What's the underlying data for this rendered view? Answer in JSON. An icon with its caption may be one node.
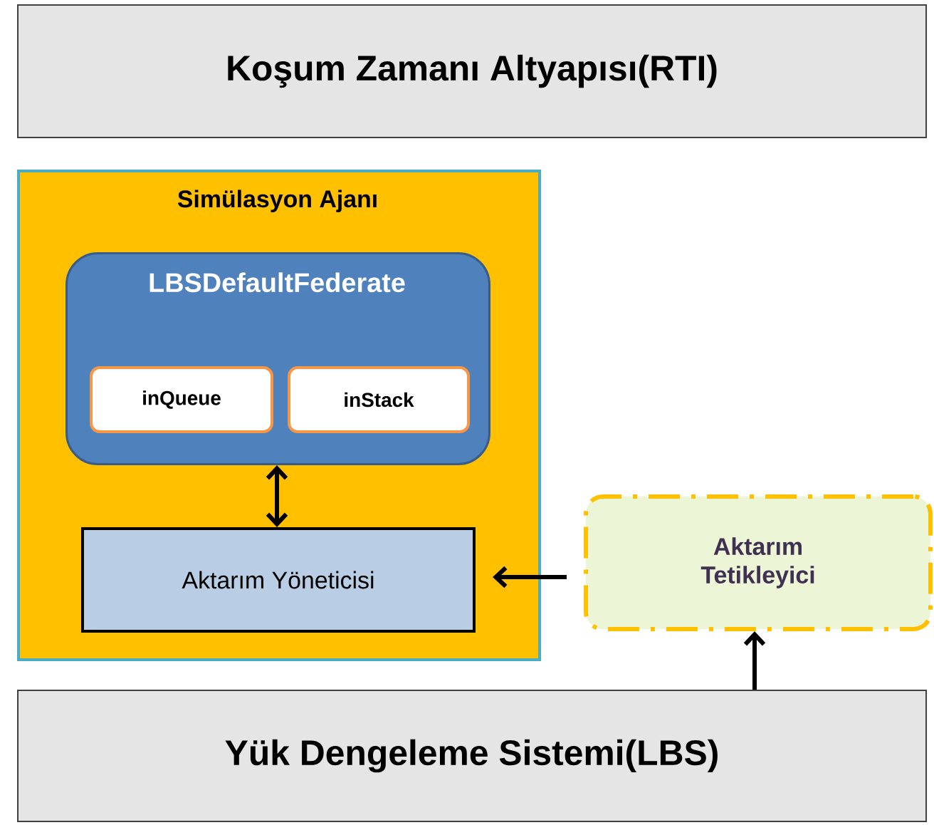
{
  "diagram": {
    "nodes": [
      {
        "text": [
          "Koşum Zamanı Altyapısı(RTI)"
        ]
      },
      {
        "text": [
          "Simülasyon Ajanı"
        ]
      },
      {
        "text": [
          "LBSDefaultFederate"
        ],
        "in": 1
      },
      {
        "text": [
          "inQueue"
        ],
        "in": 2
      },
      {
        "text": [
          "inStack"
        ],
        "in": 2
      },
      {
        "text": [
          "Aktarım Yöneticisi"
        ],
        "in": 1
      },
      {
        "text": [
          "Aktarım Tetikleyici"
        ]
      },
      {
        "text": [
          "Yük Dengeleme Sistemi(LBS)"
        ]
      }
    ],
    "edges": [
      {
        "from": 2,
        "to": 5,
        "arrow": "both"
      },
      {
        "from": 6,
        "to": 5,
        "arrow": "to"
      },
      {
        "from": 7,
        "to": 6,
        "arrow": "to"
      }
    ]
  }
}
